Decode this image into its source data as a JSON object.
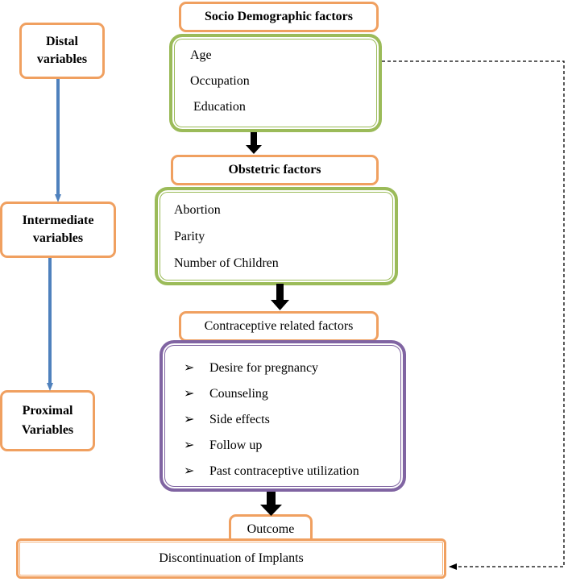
{
  "left_column": {
    "distal": "Distal variables",
    "intermediate": "Intermediate variables",
    "proximal": "Proximal Variables"
  },
  "socio": {
    "title": "Socio Demographic factors",
    "items": [
      "Age",
      "Occupation",
      "Education"
    ]
  },
  "obstetric": {
    "title": "Obstetric factors",
    "items": [
      "Abortion",
      "Parity",
      "Number of Children"
    ]
  },
  "contraceptive": {
    "title": "Contraceptive related factors",
    "bullet_glyph": "➢",
    "items": [
      "Desire for pregnancy",
      "Counseling",
      "Side effects",
      "Follow up",
      "Past contraceptive utilization"
    ]
  },
  "outcome": {
    "label": "Outcome",
    "result": "Discontinuation of Implants"
  },
  "colors": {
    "orange": "#f0a060",
    "green": "#9bbb59",
    "purple": "#8064a2",
    "blue_arrow": "#4f81bd"
  }
}
